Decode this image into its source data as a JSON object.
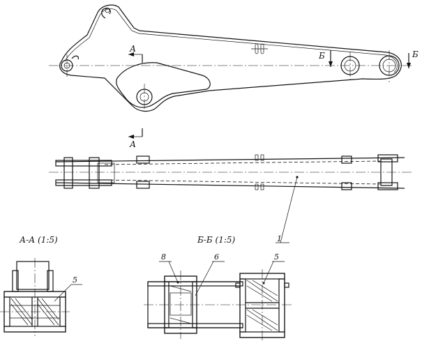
{
  "labels": {
    "section_a_top": "А",
    "section_a_bottom": "А",
    "section_b_left": "Б",
    "section_b_right": "Б",
    "view_a_title": "А-А (1:5)",
    "view_b_title": "Б-Б (1:5)"
  },
  "callouts": {
    "part_1": "1",
    "part_5_left": "5",
    "part_8": "8",
    "part_6": "6",
    "part_5_right": "5"
  }
}
